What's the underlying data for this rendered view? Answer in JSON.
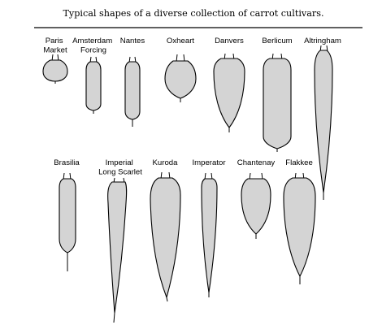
{
  "figure": {
    "caption": "Typical shapes of a diverse collection of carrot cultivars."
  },
  "cultivars": [
    {
      "id": "paris-market",
      "label_lines": [
        "Paris",
        "Market"
      ]
    },
    {
      "id": "amsterdam-forcing",
      "label_lines": [
        "Amsterdam",
        "Forcing"
      ]
    },
    {
      "id": "nantes",
      "label_lines": [
        "Nantes"
      ]
    },
    {
      "id": "oxheart",
      "label_lines": [
        "Oxheart"
      ]
    },
    {
      "id": "danvers",
      "label_lines": [
        "Danvers"
      ]
    },
    {
      "id": "berlicum",
      "label_lines": [
        "Berlicum"
      ]
    },
    {
      "id": "altringham",
      "label_lines": [
        "Altringham"
      ]
    },
    {
      "id": "brasilia",
      "label_lines": [
        "Brasilia"
      ]
    },
    {
      "id": "imperial-long-scarlet",
      "label_lines": [
        "Imperial",
        "Long Scarlet"
      ]
    },
    {
      "id": "kuroda",
      "label_lines": [
        "Kuroda"
      ]
    },
    {
      "id": "imperator",
      "label_lines": [
        "Imperator"
      ]
    },
    {
      "id": "chantenay",
      "label_lines": [
        "Chantenay"
      ]
    },
    {
      "id": "flakkee",
      "label_lines": [
        "Flakkee"
      ]
    }
  ]
}
